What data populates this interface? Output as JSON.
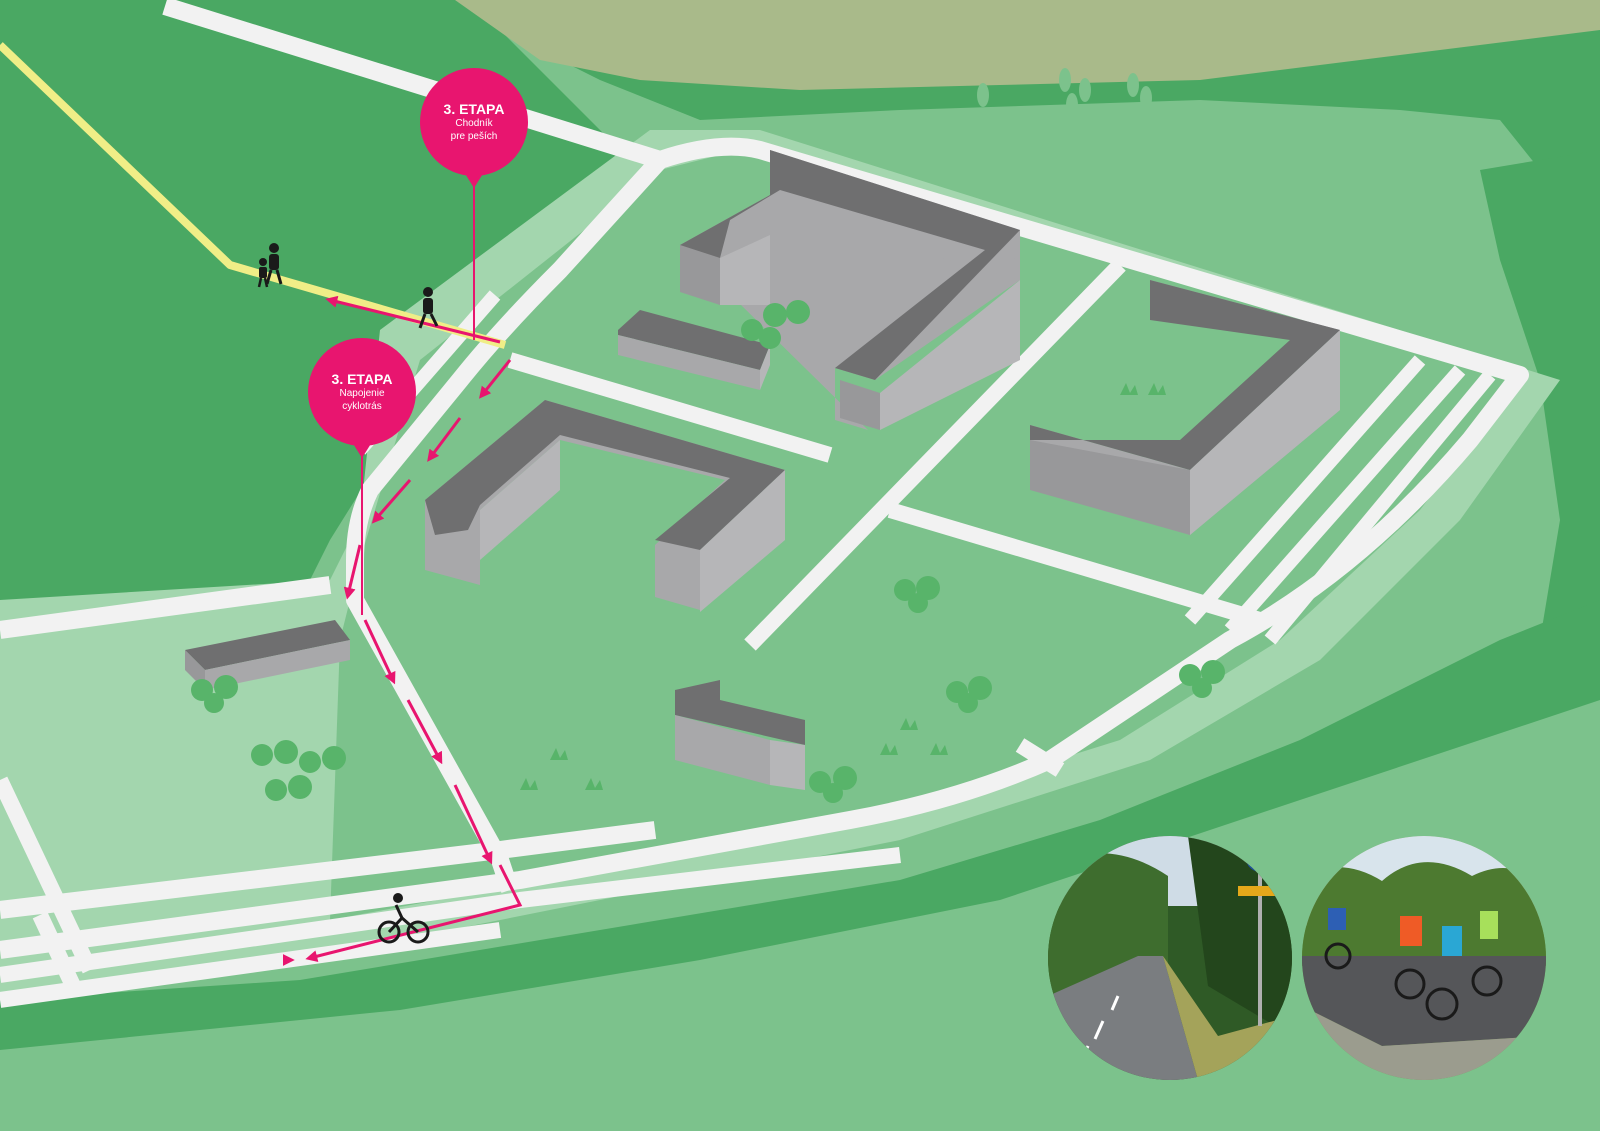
{
  "map": {
    "colors": {
      "land_dark": "#4aa863",
      "land_light": "#7cc28c",
      "halo": "#a3d6ae",
      "road": "#f2f2f2",
      "field": "#a9ba8a",
      "roof": "#6f6f70",
      "wall": "#a8a8aa",
      "tree": "#58b46a",
      "accent": "#e8156f",
      "footpath": "#f0ee87"
    },
    "markers": [
      {
        "title": "3. ETAPA",
        "line1": "Chodník",
        "line2": "pre peších"
      },
      {
        "title": "3. ETAPA",
        "line1": "Napojenie",
        "line2": "cyklotrás"
      }
    ],
    "icons": [
      "pedestrian-icon",
      "family-icon",
      "cyclist-icon"
    ]
  }
}
